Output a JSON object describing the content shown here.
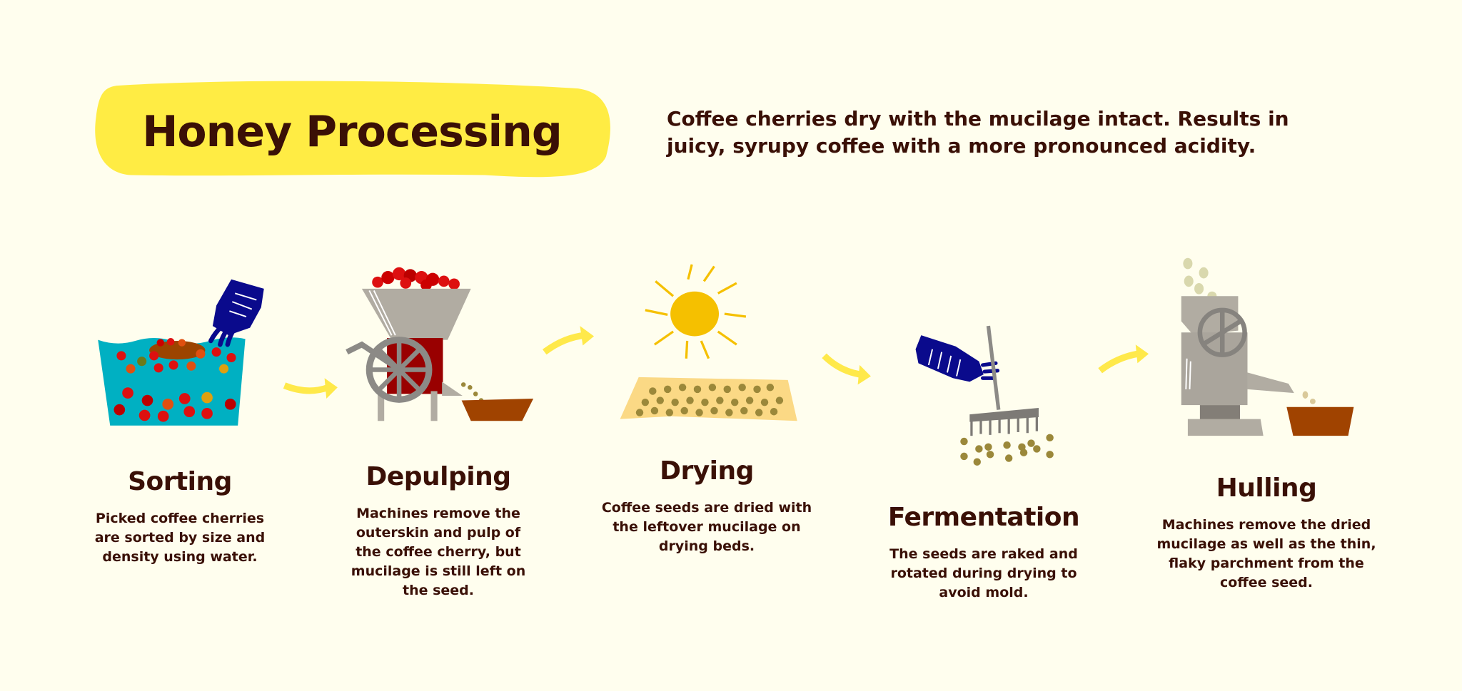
{
  "header": {
    "title": "Honey Processing",
    "subtitle": "Coffee cherries dry with the mucilage intact. Results in juicy, syrupy coffee with a more pronounced acidity."
  },
  "steps": [
    {
      "title": "Sorting",
      "description": "Picked coffee cherries are sorted by size and density using water.",
      "icon": "water-bucket-cherries"
    },
    {
      "title": "Depulping",
      "description": "Machines remove the outerskin and pulp of the coffee cherry, but mucilage is still left on the seed.",
      "icon": "depulping-machine"
    },
    {
      "title": "Drying",
      "description": "Coffee seeds are dried with the leftover mucilage on drying beds.",
      "icon": "sun-drying-bed"
    },
    {
      "title": "Fermentation",
      "description": "The seeds are raked and rotated during drying to avoid mold.",
      "icon": "rake-seeds"
    },
    {
      "title": "Hulling",
      "description": "Machines remove the dried mucilage as well as the thin, flaky parchment from the coffee seed.",
      "icon": "hulling-machine"
    }
  ],
  "colors": {
    "background": "#fffeee",
    "text": "#3a1006",
    "highlight": "#ffec44",
    "arrow": "#ffe94a",
    "water": "#00b0c2",
    "glove": "#0a0a8c",
    "cherry": "#dd0a0a",
    "machine": "#b1aca2",
    "bowl": "#a04300",
    "sun": "#f5c000",
    "seed": "#9b883a"
  }
}
